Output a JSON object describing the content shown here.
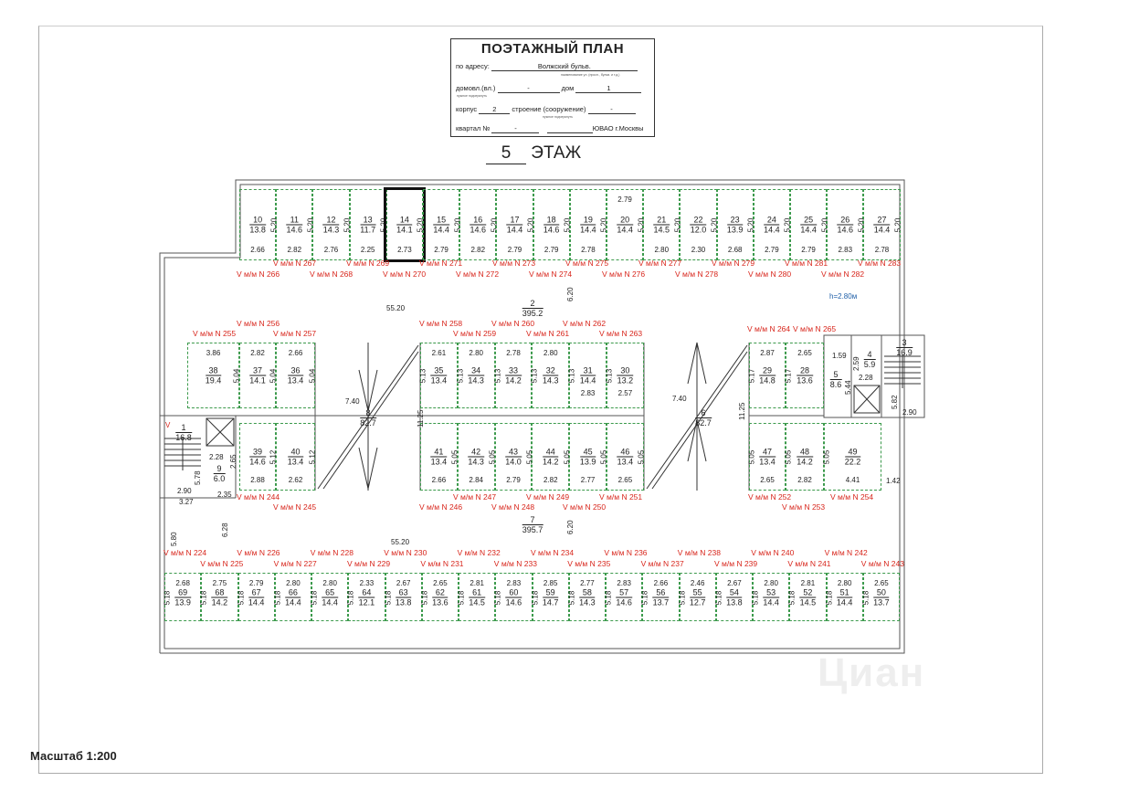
{
  "title_block": {
    "title": "ПОЭТАЖНЫЙ ПЛАН",
    "address_label": "по адресу:",
    "address_value": "Волжский бульв.",
    "address_hint": "наименование ул. (просп., бульв. и т.д.)",
    "domovl_label": "домовл.(вл.)",
    "domovl_value": "-",
    "dom_label": "дом",
    "dom_value": "1",
    "hint_number": "нужное подчеркнуть",
    "korpus_label": "корпус",
    "korpus_value": "2",
    "stroenie_label": "строение (сооружение)",
    "stroenie_value": "-",
    "kvartal_label": "квартал №",
    "kvartal_value": "-",
    "district": "ЮВАО г.Москвы"
  },
  "floor": {
    "number": "5",
    "label": "ЭТАЖ"
  },
  "scale": "Масштаб 1:200",
  "watermark": "Циан",
  "highlighted_space": "14",
  "groups": {
    "top": [
      {
        "num": "10",
        "area": "13.8",
        "dim": "5.20",
        "width": "2.66"
      },
      {
        "num": "11",
        "area": "14.6",
        "dim": "5.20",
        "width": "2.82"
      },
      {
        "num": "12",
        "area": "14.3",
        "dim": "5.20",
        "width": "2.76"
      },
      {
        "num": "13",
        "area": "11.7",
        "dim": "5.20",
        "width": "2.25"
      },
      {
        "num": "14",
        "area": "14.1",
        "dim": "5.20",
        "width": "2.73"
      },
      {
        "num": "15",
        "area": "14.4",
        "dim": "5.20",
        "width": "2.79"
      },
      {
        "num": "16",
        "area": "14.6",
        "dim": "5.20",
        "width": "2.82"
      },
      {
        "num": "17",
        "area": "14.4",
        "dim": "5.20",
        "width": "2.79"
      },
      {
        "num": "18",
        "area": "14.6",
        "dim": "5.20",
        "width": "2.79"
      },
      {
        "num": "19",
        "area": "14.4",
        "dim": "5.20",
        "width": "2.78"
      },
      {
        "num": "20",
        "area": "14.4",
        "dim": "5.20",
        "width": "2.79"
      },
      {
        "num": "21",
        "area": "14.5",
        "dim": "5.20",
        "width": "2.80"
      },
      {
        "num": "22",
        "area": "12.0",
        "dim": "5.20",
        "width": "2.30"
      },
      {
        "num": "23",
        "area": "13.9",
        "dim": "5.20",
        "width": "2.68"
      },
      {
        "num": "24",
        "area": "14.4",
        "dim": "5.20",
        "width": "2.79"
      },
      {
        "num": "25",
        "area": "14.4",
        "dim": "5.20",
        "width": "2.79"
      },
      {
        "num": "26",
        "area": "14.6",
        "dim": "5.20",
        "width": "2.83"
      },
      {
        "num": "27",
        "area": "14.4",
        "dim": "5.20",
        "width": "2.78"
      }
    ],
    "upper_left": [
      {
        "num": "38",
        "area": "19.4",
        "dim": "5.04",
        "width": "3.86"
      },
      {
        "num": "37",
        "area": "14.1",
        "dim": "5.04",
        "width": "2.82"
      },
      {
        "num": "36",
        "area": "13.4",
        "dim": "5.04",
        "width": "2.66"
      }
    ],
    "lower_left": [
      {
        "num": "39",
        "area": "14.6",
        "dim": "5.12",
        "width": "2.88"
      },
      {
        "num": "40",
        "area": "13.4",
        "dim": "5.12",
        "width": "2.62"
      }
    ],
    "center_upper": [
      {
        "num": "35",
        "area": "13.4",
        "dim": "5.13",
        "width": "2.61"
      },
      {
        "num": "34",
        "area": "14.3",
        "dim": "5.13",
        "width": "2.80"
      },
      {
        "num": "33",
        "area": "14.2",
        "dim": "5.13",
        "width": "2.78"
      },
      {
        "num": "32",
        "area": "14.3",
        "dim": "5.13",
        "width": "2.80"
      },
      {
        "num": "31",
        "area": "14.4",
        "dim": "5.13",
        "width": "2.83"
      },
      {
        "num": "30",
        "area": "13.2",
        "dim": "5.13",
        "width": "2.57"
      }
    ],
    "center_lower": [
      {
        "num": "41",
        "area": "13.4",
        "dim": "5.05",
        "width": "2.66"
      },
      {
        "num": "42",
        "area": "14.3",
        "dim": "5.05",
        "width": "2.84"
      },
      {
        "num": "43",
        "area": "14.0",
        "dim": "5.05",
        "width": "2.79"
      },
      {
        "num": "44",
        "area": "14.2",
        "dim": "5.05",
        "width": "2.82"
      },
      {
        "num": "45",
        "area": "13.9",
        "dim": "5.05",
        "width": "2.77"
      },
      {
        "num": "46",
        "area": "13.4",
        "dim": "5.05",
        "width": "2.65"
      }
    ],
    "right_upper": [
      {
        "num": "29",
        "area": "14.8",
        "dim": "5.17",
        "width": "2.87"
      },
      {
        "num": "28",
        "area": "13.6",
        "dim": "5.17",
        "width": "2.65"
      }
    ],
    "right_lower": [
      {
        "num": "47",
        "area": "13.4",
        "dim": "5.05",
        "width": "2.65"
      },
      {
        "num": "48",
        "area": "14.2",
        "dim": "5.05",
        "width": "2.82"
      },
      {
        "num": "49",
        "area": "22.2",
        "dim": "5.05",
        "width": "4.41"
      }
    ],
    "bottom": [
      {
        "num": "69",
        "area": "13.9",
        "dim": "5.18",
        "width": "2.68"
      },
      {
        "num": "68",
        "area": "14.2",
        "dim": "5.18",
        "width": "2.75"
      },
      {
        "num": "67",
        "area": "14.4",
        "dim": "5.18",
        "width": "2.79"
      },
      {
        "num": "66",
        "area": "14.4",
        "dim": "5.18",
        "width": "2.80"
      },
      {
        "num": "65",
        "area": "14.4",
        "dim": "5.18",
        "width": "2.80"
      },
      {
        "num": "64",
        "area": "12.1",
        "dim": "5.18",
        "width": "2.33"
      },
      {
        "num": "63",
        "area": "13.8",
        "dim": "5.18",
        "width": "2.67"
      },
      {
        "num": "62",
        "area": "13.6",
        "dim": "5.18",
        "width": "2.65"
      },
      {
        "num": "61",
        "area": "14.5",
        "dim": "5.18",
        "width": "2.81"
      },
      {
        "num": "60",
        "area": "14.6",
        "dim": "5.18",
        "width": "2.83"
      },
      {
        "num": "59",
        "area": "14.7",
        "dim": "5.18",
        "width": "2.85"
      },
      {
        "num": "58",
        "area": "14.3",
        "dim": "5.18",
        "width": "2.77"
      },
      {
        "num": "57",
        "area": "14.6",
        "dim": "5.18",
        "width": "2.83"
      },
      {
        "num": "56",
        "area": "13.7",
        "dim": "5.18",
        "width": "2.66"
      },
      {
        "num": "55",
        "area": "12.7",
        "dim": "5.18",
        "width": "2.46"
      },
      {
        "num": "54",
        "area": "13.8",
        "dim": "5.18",
        "width": "2.67"
      },
      {
        "num": "53",
        "area": "14.4",
        "dim": "5.18",
        "width": "2.80"
      },
      {
        "num": "52",
        "area": "14.5",
        "dim": "5.18",
        "width": "2.81"
      },
      {
        "num": "51",
        "area": "14.4",
        "dim": "5.18",
        "width": "2.80"
      },
      {
        "num": "50",
        "area": "13.7",
        "dim": "5.18",
        "width": "2.65"
      }
    ]
  },
  "rooms": [
    {
      "num": "2",
      "area": "395.2"
    },
    {
      "num": "7",
      "area": "395.7"
    },
    {
      "num": "8",
      "area": "82.7"
    },
    {
      "num": "6",
      "area": "82.7"
    },
    {
      "num": "1",
      "area": "16.8"
    },
    {
      "num": "9",
      "area": "6.0"
    },
    {
      "num": "3",
      "area": "16.9"
    },
    {
      "num": "4",
      "area": "5.9"
    },
    {
      "num": "5",
      "area": "8.6"
    }
  ],
  "parking_labels": {
    "prefix": "V м/м N ",
    "top": [
      "266",
      "267",
      "268",
      "269",
      "270",
      "271",
      "272",
      "273",
      "274",
      "275",
      "276",
      "277",
      "278",
      "279",
      "280",
      "281",
      "282",
      "283"
    ],
    "middle_upper": [
      "255",
      "256",
      "257",
      "258",
      "259",
      "260",
      "261",
      "262",
      "263",
      "264",
      "265"
    ],
    "middle_lower": [
      "244",
      "245",
      "246",
      "247",
      "248",
      "249",
      "250",
      "251",
      "252",
      "253",
      "254"
    ],
    "bottom": [
      "224",
      "225",
      "226",
      "227",
      "228",
      "229",
      "230",
      "231",
      "232",
      "233",
      "234",
      "235",
      "236",
      "237",
      "238",
      "239",
      "240",
      "241",
      "242",
      "243"
    ]
  },
  "dimensions": [
    "55.20",
    "6.20",
    "h=2.80м",
    "55.20",
    "6.20",
    "5.80",
    "6.28",
    "7.40",
    "11.25",
    "7.40",
    "11.25",
    "2.28",
    "2.65",
    "2.35",
    "5.78",
    "2.90",
    "3.27",
    "1.59",
    "2.59",
    "2.28",
    "5.44",
    "5.82",
    "2.90",
    "1.42",
    "V"
  ],
  "colors": {
    "label_red": "#d8261c",
    "space_green": "#3c9a4c",
    "height_blue": "#1f5fa8"
  }
}
